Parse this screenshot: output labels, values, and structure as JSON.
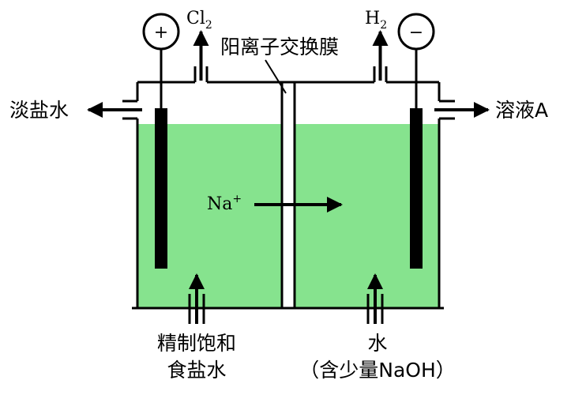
{
  "labels": {
    "anode_sign": "+",
    "cathode_sign": "−",
    "anode_gas": "Cl",
    "anode_gas_sub": "2",
    "cathode_gas": "H",
    "cathode_gas_sub": "2",
    "membrane": "阳离子交换膜",
    "left_outlet": "淡盐水",
    "right_outlet": "溶液A",
    "ion": "Na",
    "ion_charge": "+",
    "left_inlet_line1": "精制饱和",
    "left_inlet_line2": "食盐水",
    "right_inlet_line1": "水",
    "right_inlet_line2": "（含少量NaOH）"
  },
  "colors": {
    "solution": "#86e38e",
    "stroke": "#000000",
    "membrane": "#ffffff"
  }
}
